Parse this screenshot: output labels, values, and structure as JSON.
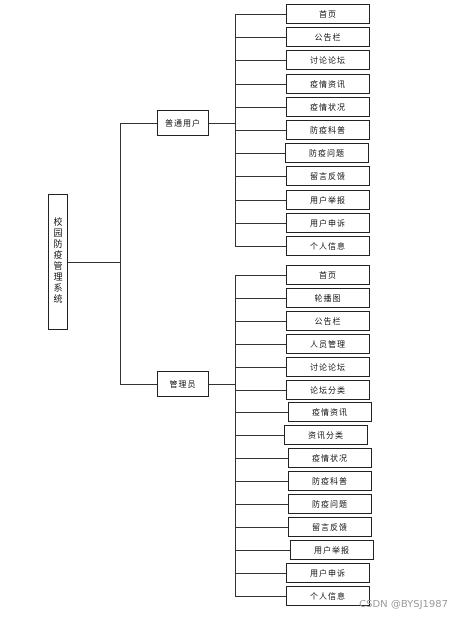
{
  "root": {
    "label": "校园防疫管理系统"
  },
  "roles": [
    {
      "label": "普通用户",
      "modules": [
        "首页",
        "公告栏",
        "讨论论坛",
        "疫情资讯",
        "疫情状况",
        "防疫科普",
        "防疫问题",
        "留言反馈",
        "用户举报",
        "用户申诉",
        "个人信息"
      ]
    },
    {
      "label": "管理员",
      "modules": [
        "首页",
        "轮播图",
        "公告栏",
        "人员管理",
        "讨论论坛",
        "论坛分类",
        "疫情资讯",
        "资讯分类",
        "疫情状况",
        "防疫科普",
        "防疫问题",
        "留言反馈",
        "用户举报",
        "用户申诉",
        "个人信息"
      ]
    }
  ],
  "watermark": "CSDN @BYSJ1987"
}
